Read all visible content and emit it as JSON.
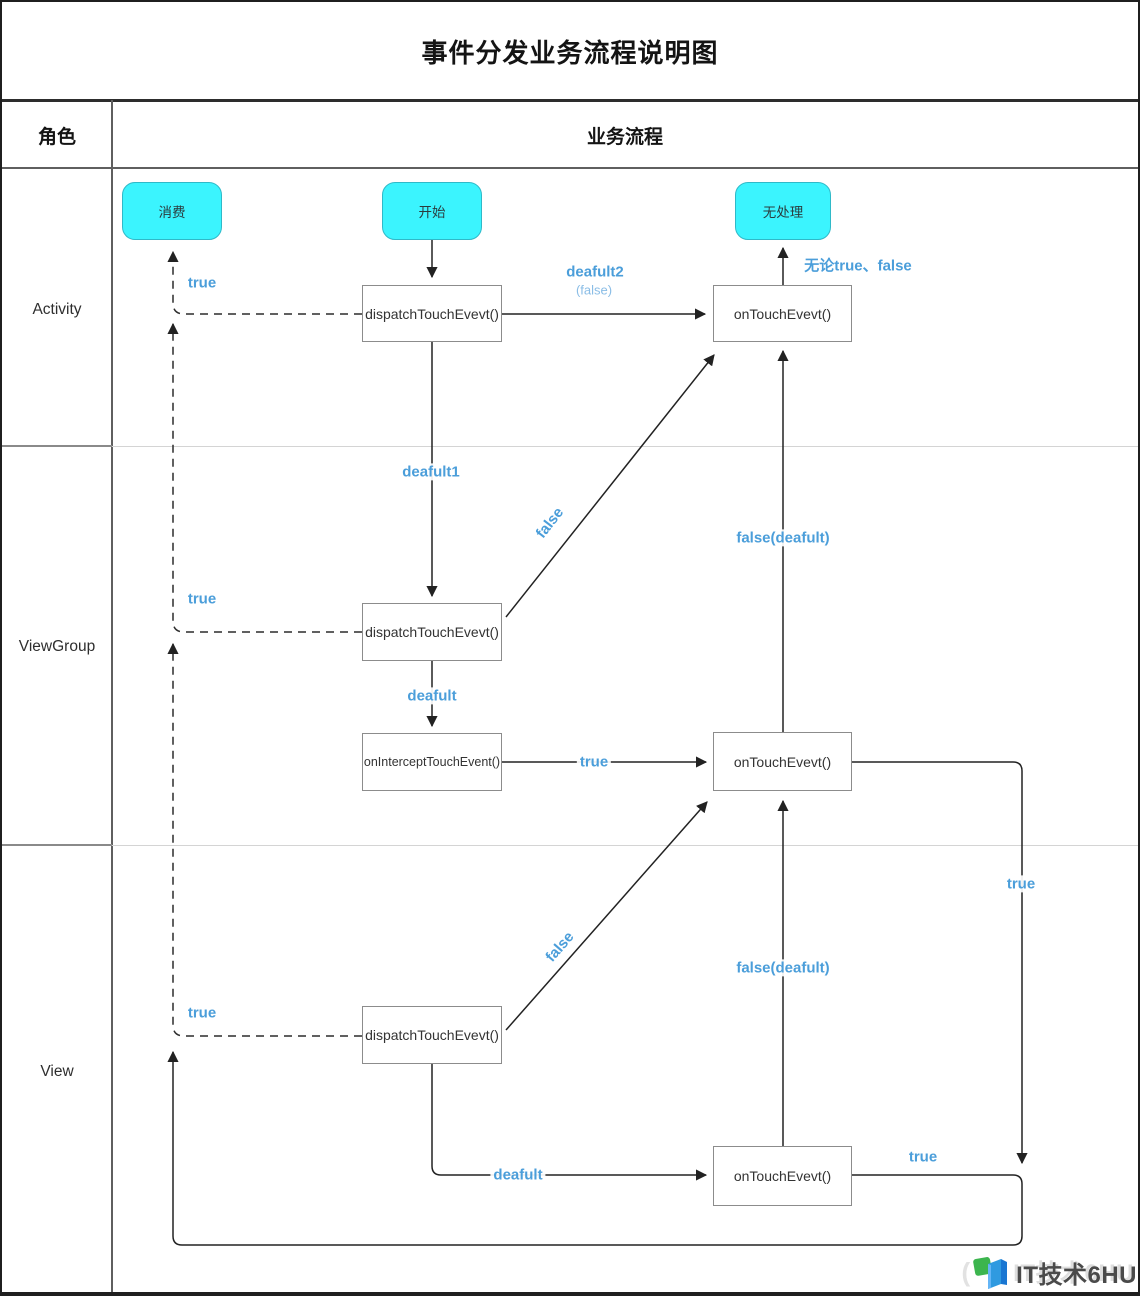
{
  "title": "事件分发业务流程说明图",
  "header": {
    "role_col": "角色",
    "flow_col": "业务流程"
  },
  "lanes": [
    {
      "label": "Activity"
    },
    {
      "label": "ViewGroup"
    },
    {
      "label": "View"
    }
  ],
  "nodes": {
    "consume": "消费",
    "start": "开始",
    "no_handle": "无处理",
    "activity_dispatch": "dispatchTouchEvevt()",
    "activity_ontouch": "onTouchEvevt()",
    "viewgroup_dispatch": "dispatchTouchEvevt()",
    "viewgroup_intercept": "onInterceptTouchEvent()",
    "viewgroup_ontouch": "onTouchEvevt()",
    "view_dispatch": "dispatchTouchEvevt()",
    "view_ontouch": "onTouchEvevt()"
  },
  "edge_labels": {
    "activity_true": "true",
    "deafult2": "deafult2",
    "deafult2_sub": "(false)",
    "no_matter": "无论true、false",
    "deafult1": "deafult1",
    "viewgroup_false_diag": "false",
    "viewgroup_true": "true",
    "activity_false_deafult": "false(deafult)",
    "deafult_mid": "deafult",
    "intercept_true": "true",
    "viewgroup_false_deafult": "false(deafult)",
    "view_false_diag": "false",
    "view_true": "true",
    "right_true": "true",
    "deafult_bottom": "deafult",
    "bottom_true": "true"
  },
  "watermark": {
    "text": "IT技术6HU"
  },
  "colors": {
    "accent_blue": "#4b9eda",
    "accent_blue_light": "#8abde6",
    "node_cyan": "#3bf4fe",
    "node_cyan_border": "#2fb9c8",
    "line": "#222222"
  }
}
